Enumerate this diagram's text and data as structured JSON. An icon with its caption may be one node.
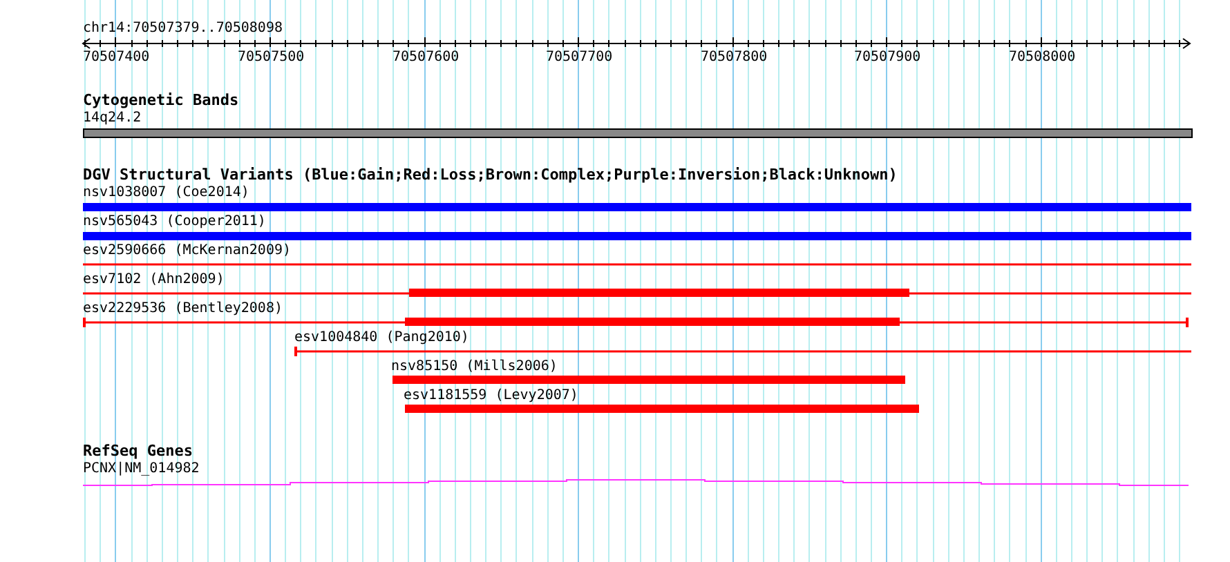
{
  "diagram": {
    "labels": [
      "chr14:70507379..70508098",
      "70507400",
      "70507500",
      "70507600",
      "70507700",
      "70507800",
      "70507900",
      "70508000",
      "Cytogenetic Bands",
      "14q24.2",
      "DGV Structural Variants (Blue:Gain;Red:Loss;Brown:Complex;Purple:Inversion;Black:Unknown)",
      "nsv1038007 (Coe2014)",
      "nsv565043 (Cooper2011)",
      "esv2590666 (McKernan2009)",
      "esv7102 (Ahn2009)",
      "esv2229536 (Bentley2008)",
      "esv1004840 (Pang2010)",
      "nsv85150 (Mills2006)",
      "esv1181559 (Levy2007)",
      "RefSeq Genes",
      "PCNX|NM_014982"
    ]
  }
}
